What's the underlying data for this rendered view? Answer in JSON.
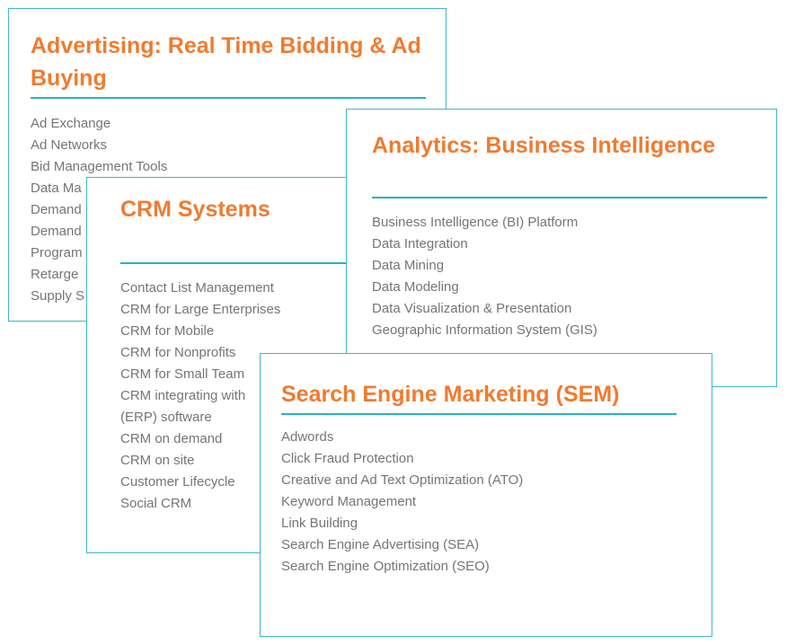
{
  "cards": {
    "advertising": {
      "title": "Advertising: Real Time Bidding & Ad Buying",
      "items": [
        "Ad Exchange",
        "Ad Networks",
        "Bid Management Tools",
        "Data Ma",
        "Demand",
        "Demand",
        "Program",
        "Retarge",
        "Supply S"
      ]
    },
    "crm": {
      "title": "CRM Systems",
      "items": [
        "Contact List Management",
        "CRM for Large Enterprises",
        "CRM for Mobile",
        "CRM for Nonprofits",
        "CRM for Small Team",
        "CRM integrating with",
        "(ERP) software",
        "CRM on demand",
        "CRM on site",
        "Customer Lifecycle",
        "Social CRM"
      ]
    },
    "analytics": {
      "title": "Analytics: Business Intelligence",
      "items": [
        "Business Intelligence (BI) Platform",
        "Data Integration",
        "Data Mining",
        "Data Modeling",
        "Data Visualization & Presentation",
        "Geographic Information System (GIS)"
      ]
    },
    "sem": {
      "title": "Search Engine Marketing (SEM)",
      "items": [
        "Adwords",
        "Click Fraud Protection",
        "Creative and Ad Text Optimization (ATO)",
        "Keyword Management",
        "Link Building",
        "Search Engine Advertising (SEA)",
        "Search Engine Optimization (SEO)"
      ]
    }
  },
  "colors": {
    "title": "#f07b30",
    "rule": "#27b3c2",
    "border": "#3bb8c8",
    "item_text": "#757575"
  }
}
